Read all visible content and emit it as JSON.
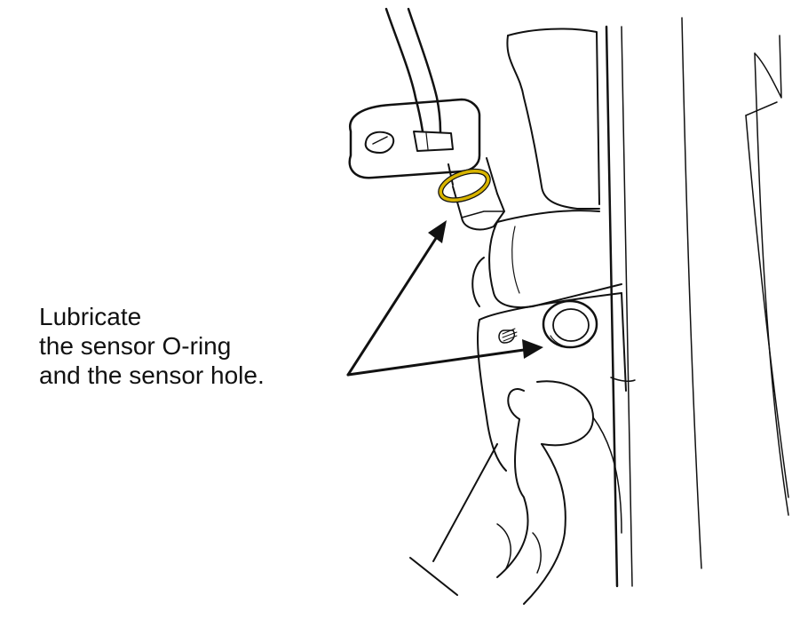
{
  "callout": {
    "lines": [
      "Lubricate",
      "the sensor O-ring",
      "and the sensor hole."
    ]
  },
  "parts": {
    "sensor": "wheel-speed-sensor",
    "oring": "sensor-o-ring",
    "hole": "sensor-mounting-hole"
  },
  "colors": {
    "line": "#111111",
    "oring": "#d8b400",
    "background": "#ffffff"
  }
}
